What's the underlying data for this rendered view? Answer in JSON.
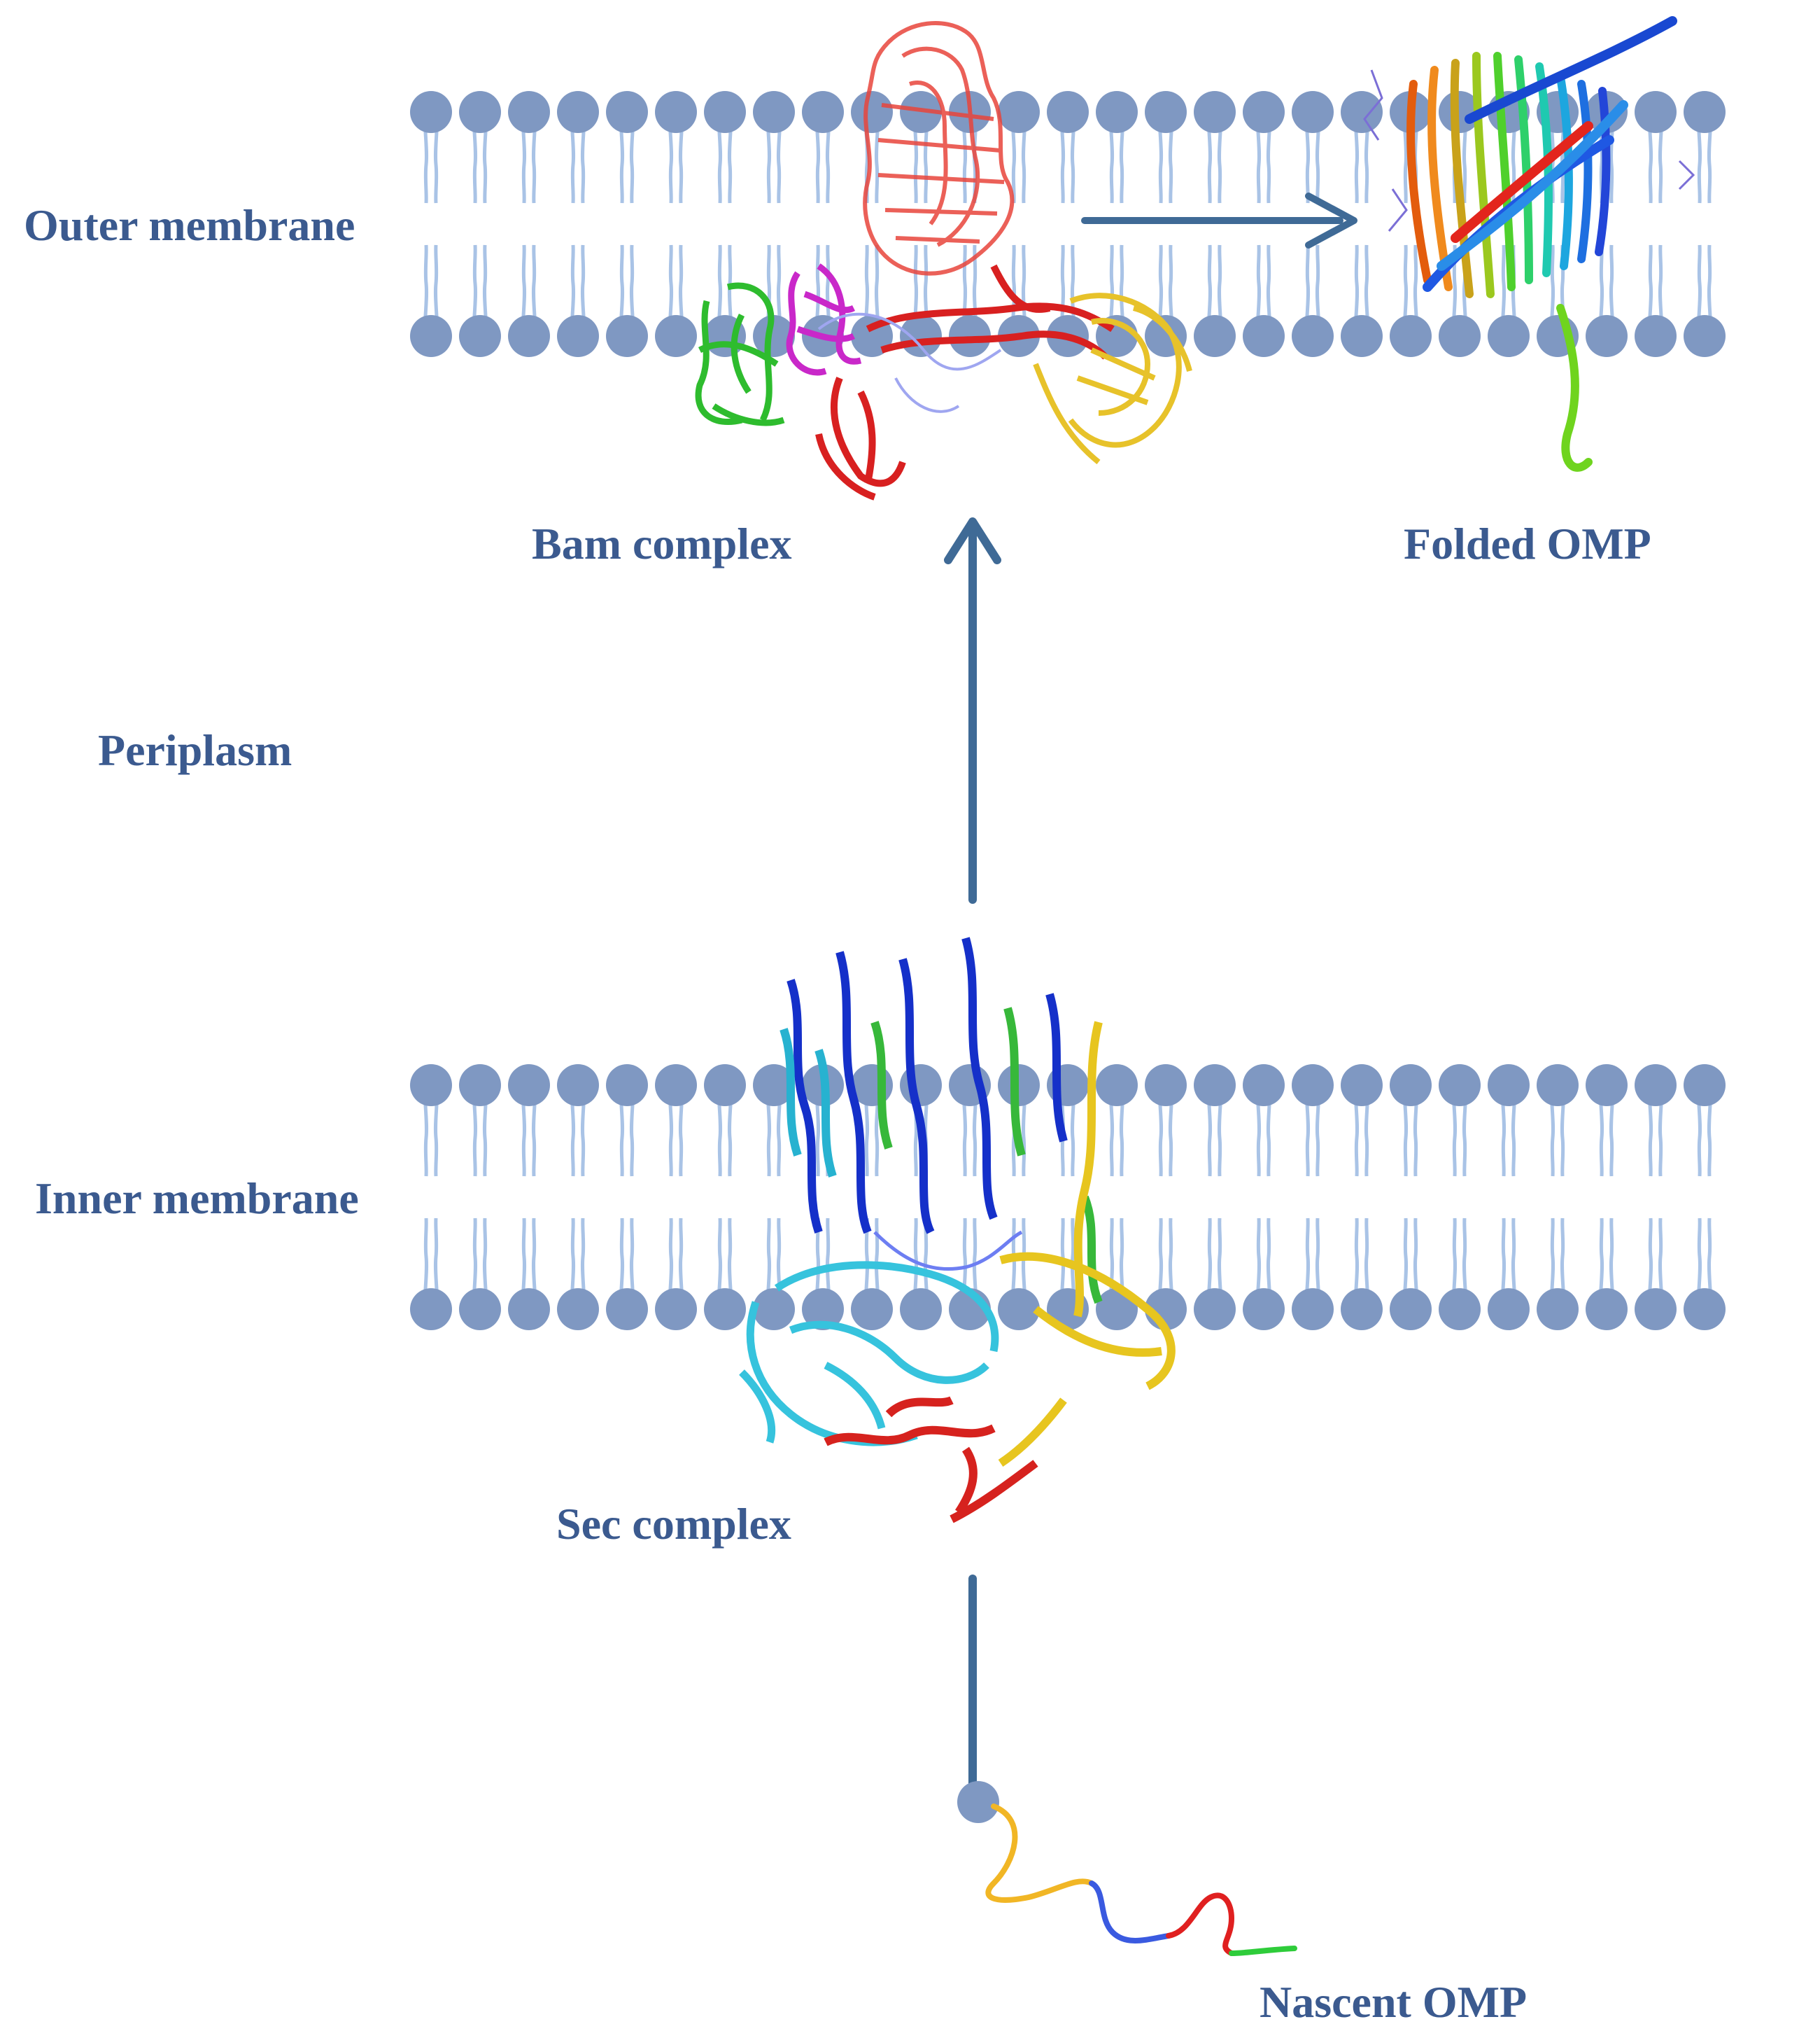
{
  "labels": {
    "outer_membrane": "Outer membrane",
    "bam_complex": "Bam complex",
    "folded_omp": "Folded OMP",
    "periplasm": "Periplasm",
    "inner_membrane": "Inner membrane",
    "sec_complex": "Sec complex",
    "nascent_omp": "Nascent OMP"
  },
  "colors": {
    "label_text": "#3b5a8f",
    "lipid_head": "#7f98c2",
    "lipid_tail": "#a9c3e6",
    "arrow": "#3f6a96"
  }
}
